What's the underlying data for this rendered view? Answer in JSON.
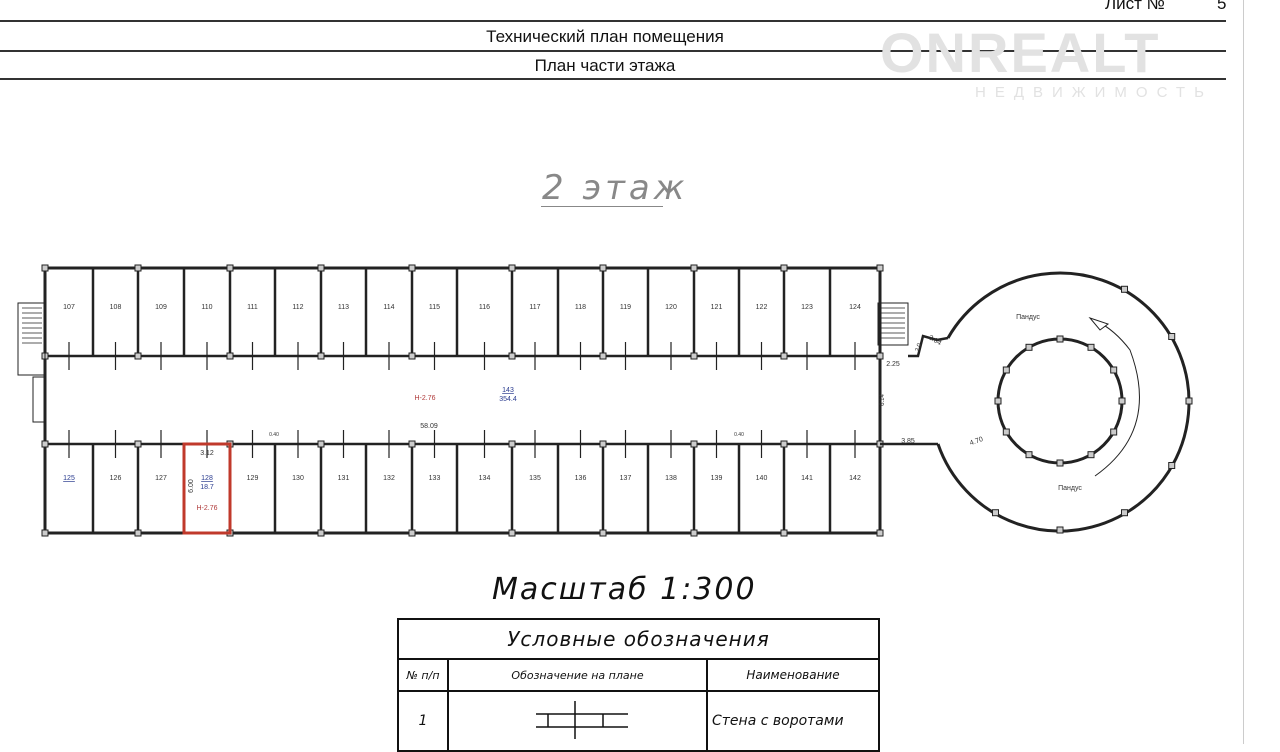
{
  "header": {
    "sheet_label": "Лист №",
    "sheet_number": "5",
    "title": "Технический план помещения",
    "subtitle": "План части этажа"
  },
  "watermark": {
    "brand": "ONREALT",
    "tagline": "НЕДВИЖИМОСТЬ"
  },
  "floor_title": "2 этаж",
  "plan": {
    "top_rooms": [
      "107",
      "108",
      "109",
      "110",
      "111",
      "112",
      "113",
      "114",
      "115",
      "116",
      "117",
      "118",
      "119",
      "120",
      "121",
      "122",
      "123",
      "124"
    ],
    "bottom_rooms": [
      "125",
      "126",
      "127",
      "128",
      "129",
      "130",
      "131",
      "132",
      "133",
      "134",
      "135",
      "136",
      "137",
      "138",
      "139",
      "140",
      "141",
      "142"
    ],
    "corridor": {
      "number": "143",
      "area": "354.4",
      "height": "Н-2.76",
      "length": "58.09",
      "width": "6.14"
    },
    "selected_room": {
      "number": "128",
      "area": "18.7",
      "height": "Н-2.76",
      "width": "3.12",
      "depth": "6.00"
    },
    "small_dims": [
      "0.40",
      "0.40"
    ],
    "ramp": {
      "label_top": "Пандус",
      "label_bottom": "Пандус",
      "dims": [
        "2.25",
        "2.0",
        "2.04",
        "3.85",
        "4.70"
      ]
    },
    "highlight_color": "#c0392b",
    "dim_color_red": "#b03a3a",
    "dim_color_blue": "#2a3b8f"
  },
  "scale": "Масштаб 1:300",
  "legend": {
    "title": "Условные обозначения",
    "headers": [
      "№ п/п",
      "Обозначение на плане",
      "Наименование"
    ],
    "rows": [
      {
        "num": "1",
        "name": "Стена с воротами"
      }
    ]
  }
}
